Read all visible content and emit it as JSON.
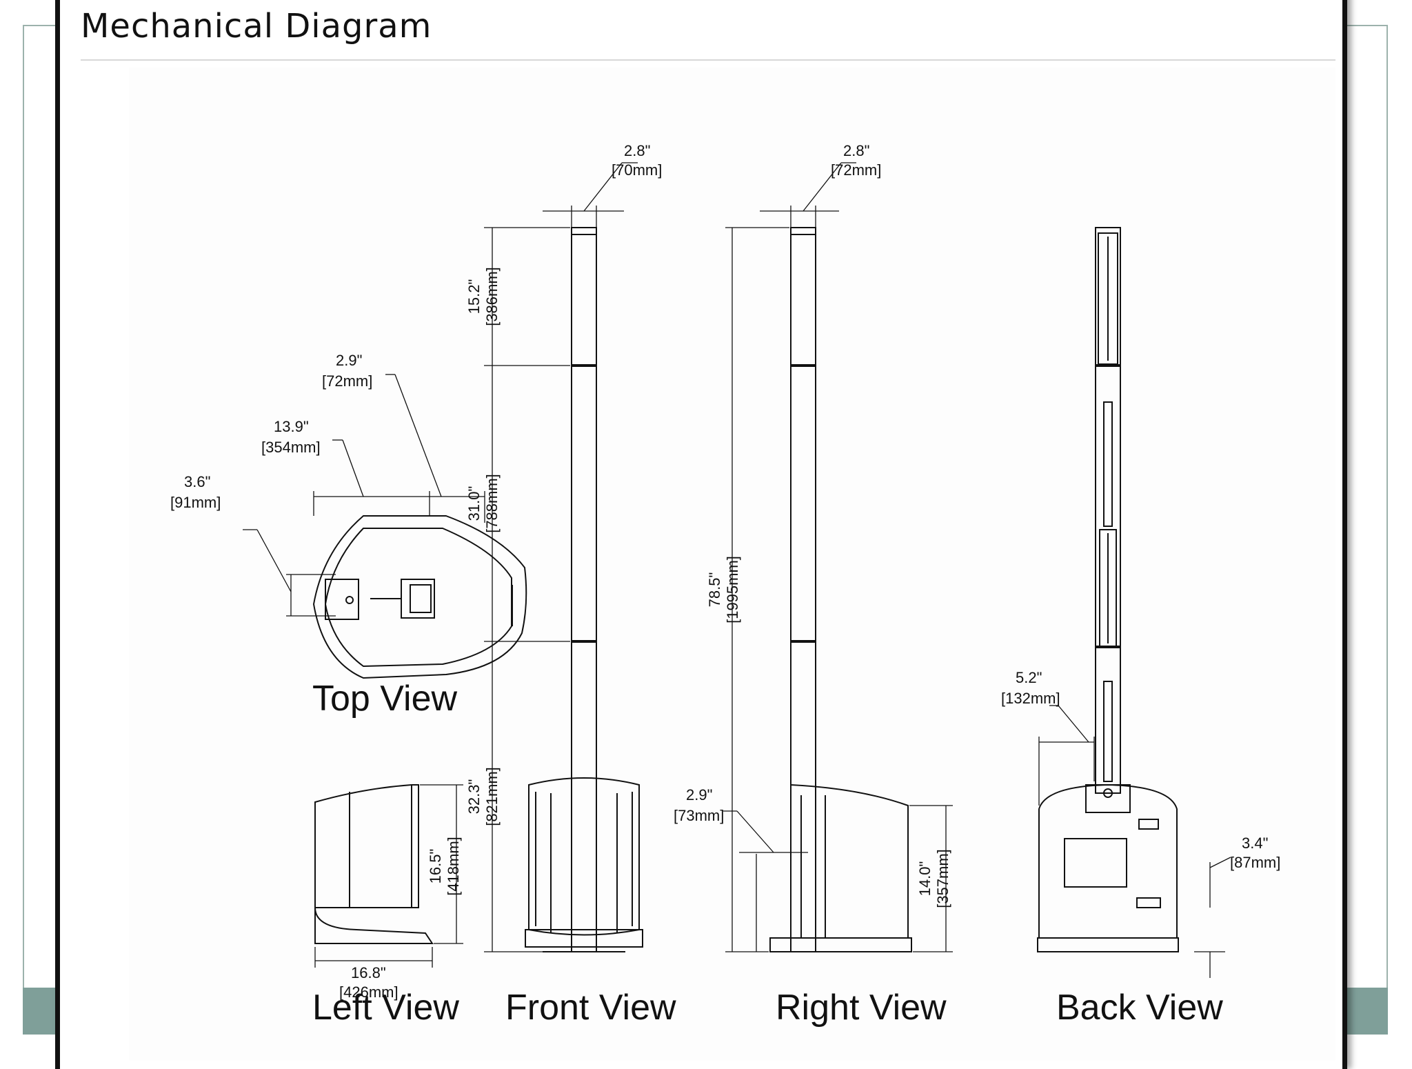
{
  "page": {
    "title": "Mechanical Diagram"
  },
  "views": {
    "top": "Top View",
    "left": "Left View",
    "front": "Front View",
    "right": "Right View",
    "back": "Back View"
  },
  "dimensions": {
    "front_width_in": "2.8\"",
    "front_width_mm": "[70mm]",
    "right_width_in": "2.8\"",
    "right_width_mm": "[72mm]",
    "top_a_in": "2.9\"",
    "top_a_mm": "[72mm]",
    "top_b_in": "13.9\"",
    "top_b_mm": "[354mm]",
    "top_c_in": "3.6\"",
    "top_c_mm": "[91mm]",
    "seg1_in": "15.2\"",
    "seg1_mm": "[386mm]",
    "seg2_in": "31.0\"",
    "seg2_mm": "[788mm]",
    "seg3_in": "32.3\"",
    "seg3_mm": "[821mm]",
    "total_in": "78.5\"",
    "total_mm": "[1995mm]",
    "left_h_in": "16.5\"",
    "left_h_mm": "[418mm]",
    "left_w_in": "16.8\"",
    "left_w_mm": "[426mm]",
    "right_off_in": "2.9\"",
    "right_off_mm": "[73mm]",
    "right_h_in": "14.0\"",
    "right_h_mm": "[357mm]",
    "back_w_in": "5.2\"",
    "back_w_mm": "[132mm]",
    "back_h_in": "3.4\"",
    "back_h_mm": "[87mm]"
  }
}
